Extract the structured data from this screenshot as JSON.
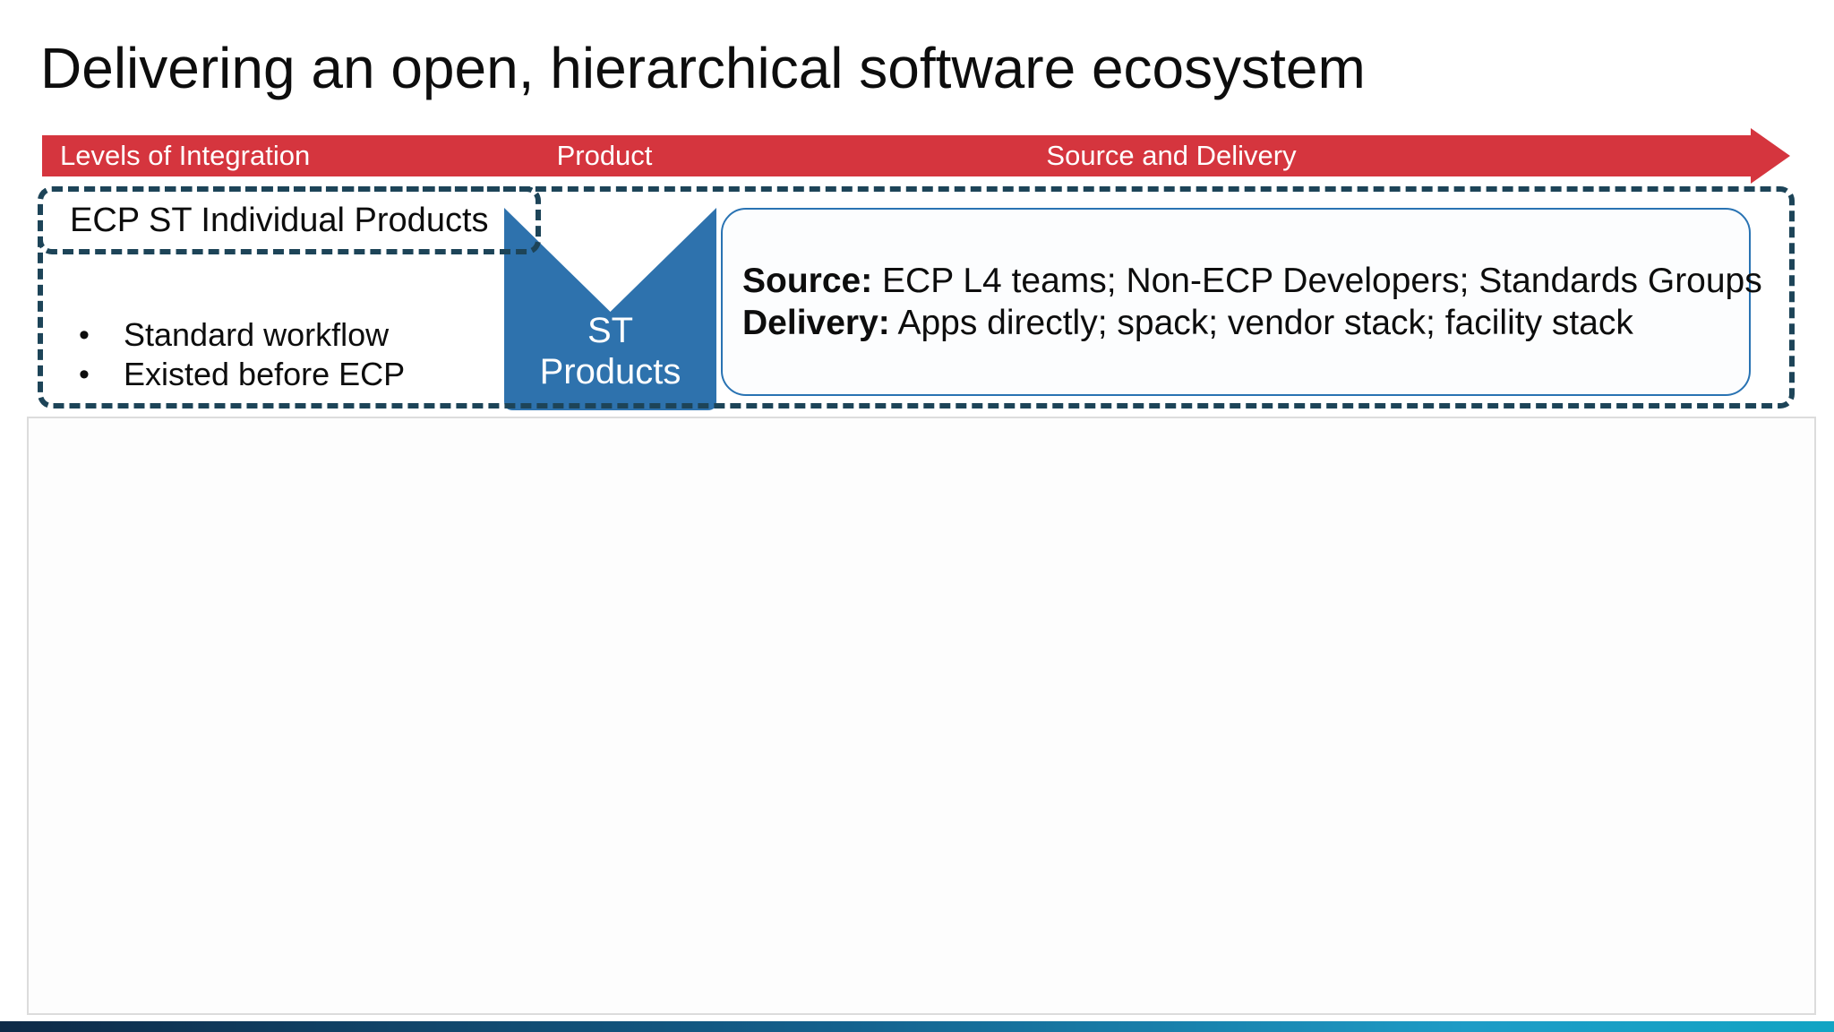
{
  "slide": {
    "title": "Delivering an open, hierarchical software ecosystem"
  },
  "banner": {
    "labels": [
      {
        "text": "Levels of Integration"
      },
      {
        "text": "Product"
      },
      {
        "text": "Source and Delivery"
      }
    ],
    "color": "#d5353e"
  },
  "row": {
    "label": "ECP ST Individual Products",
    "bullets": [
      "Standard workflow",
      "Existed before ECP"
    ],
    "bullet_glyph": "•",
    "chevron": {
      "line1": "ST",
      "line2": "Products",
      "color": "#2e72ad"
    },
    "details": {
      "source_label": "Source:",
      "source_text": " ECP L4 teams; Non-ECP Developers; Standards Groups",
      "delivery_label": "Delivery:",
      "delivery_text": " Apps directly; spack; vendor stack; facility stack"
    }
  },
  "colors": {
    "banner_red": "#d5353e",
    "chevron_blue": "#2e72ad",
    "dashed_outline_navy": "#1d4458",
    "detail_border_blue": "#2973b3",
    "content_border_gray": "#dcdcdc",
    "accent_bar_gradient_left": "#0e2a47",
    "accent_bar_gradient_mid": "#14608c",
    "accent_bar_gradient_right": "#12a4c4"
  }
}
